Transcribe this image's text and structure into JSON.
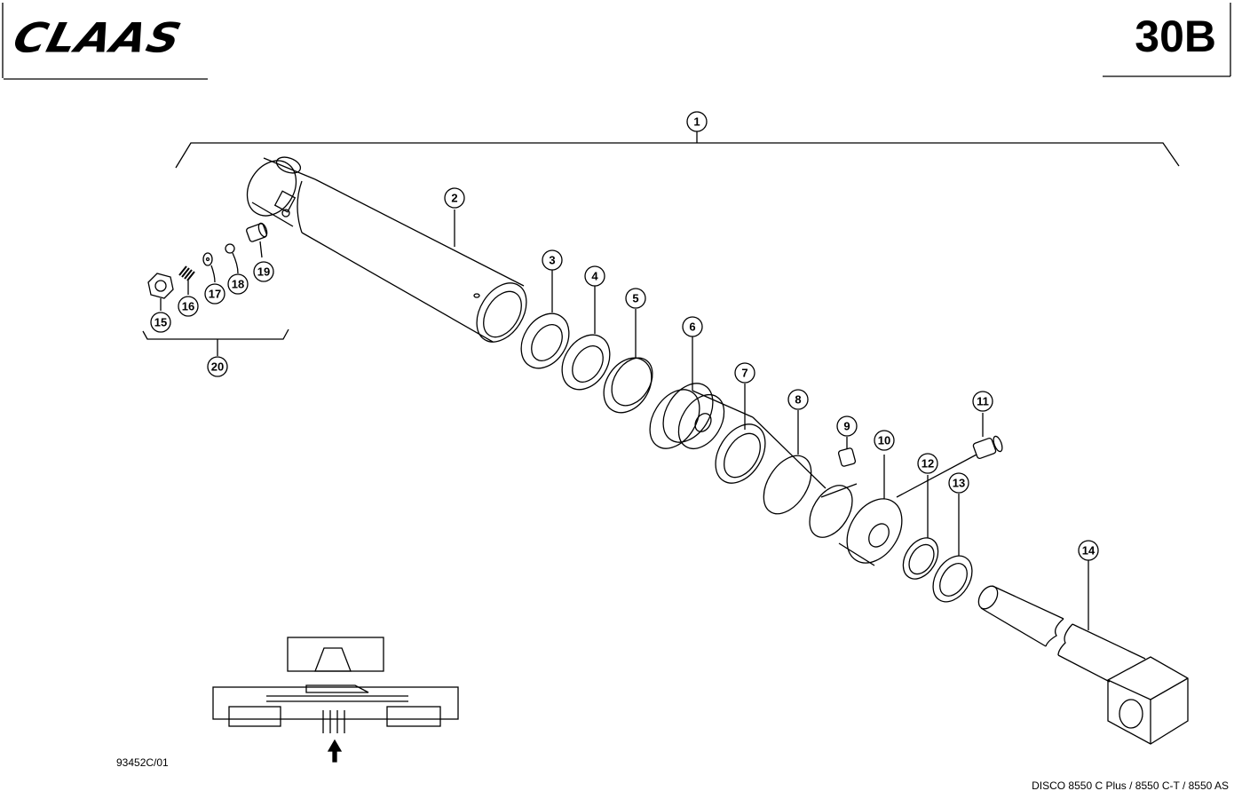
{
  "header": {
    "brand": "CLAAS",
    "page_code": "30B"
  },
  "parts": {
    "callouts": [
      "1",
      "2",
      "3",
      "4",
      "5",
      "6",
      "7",
      "8",
      "9",
      "10",
      "11",
      "12",
      "13",
      "14",
      "15",
      "16",
      "17",
      "18",
      "19",
      "20"
    ]
  },
  "footer": {
    "drawing_number": "93452C/01",
    "model_caption": "DISCO 8550 C Plus / 8550 C-T / 8550 AS"
  }
}
